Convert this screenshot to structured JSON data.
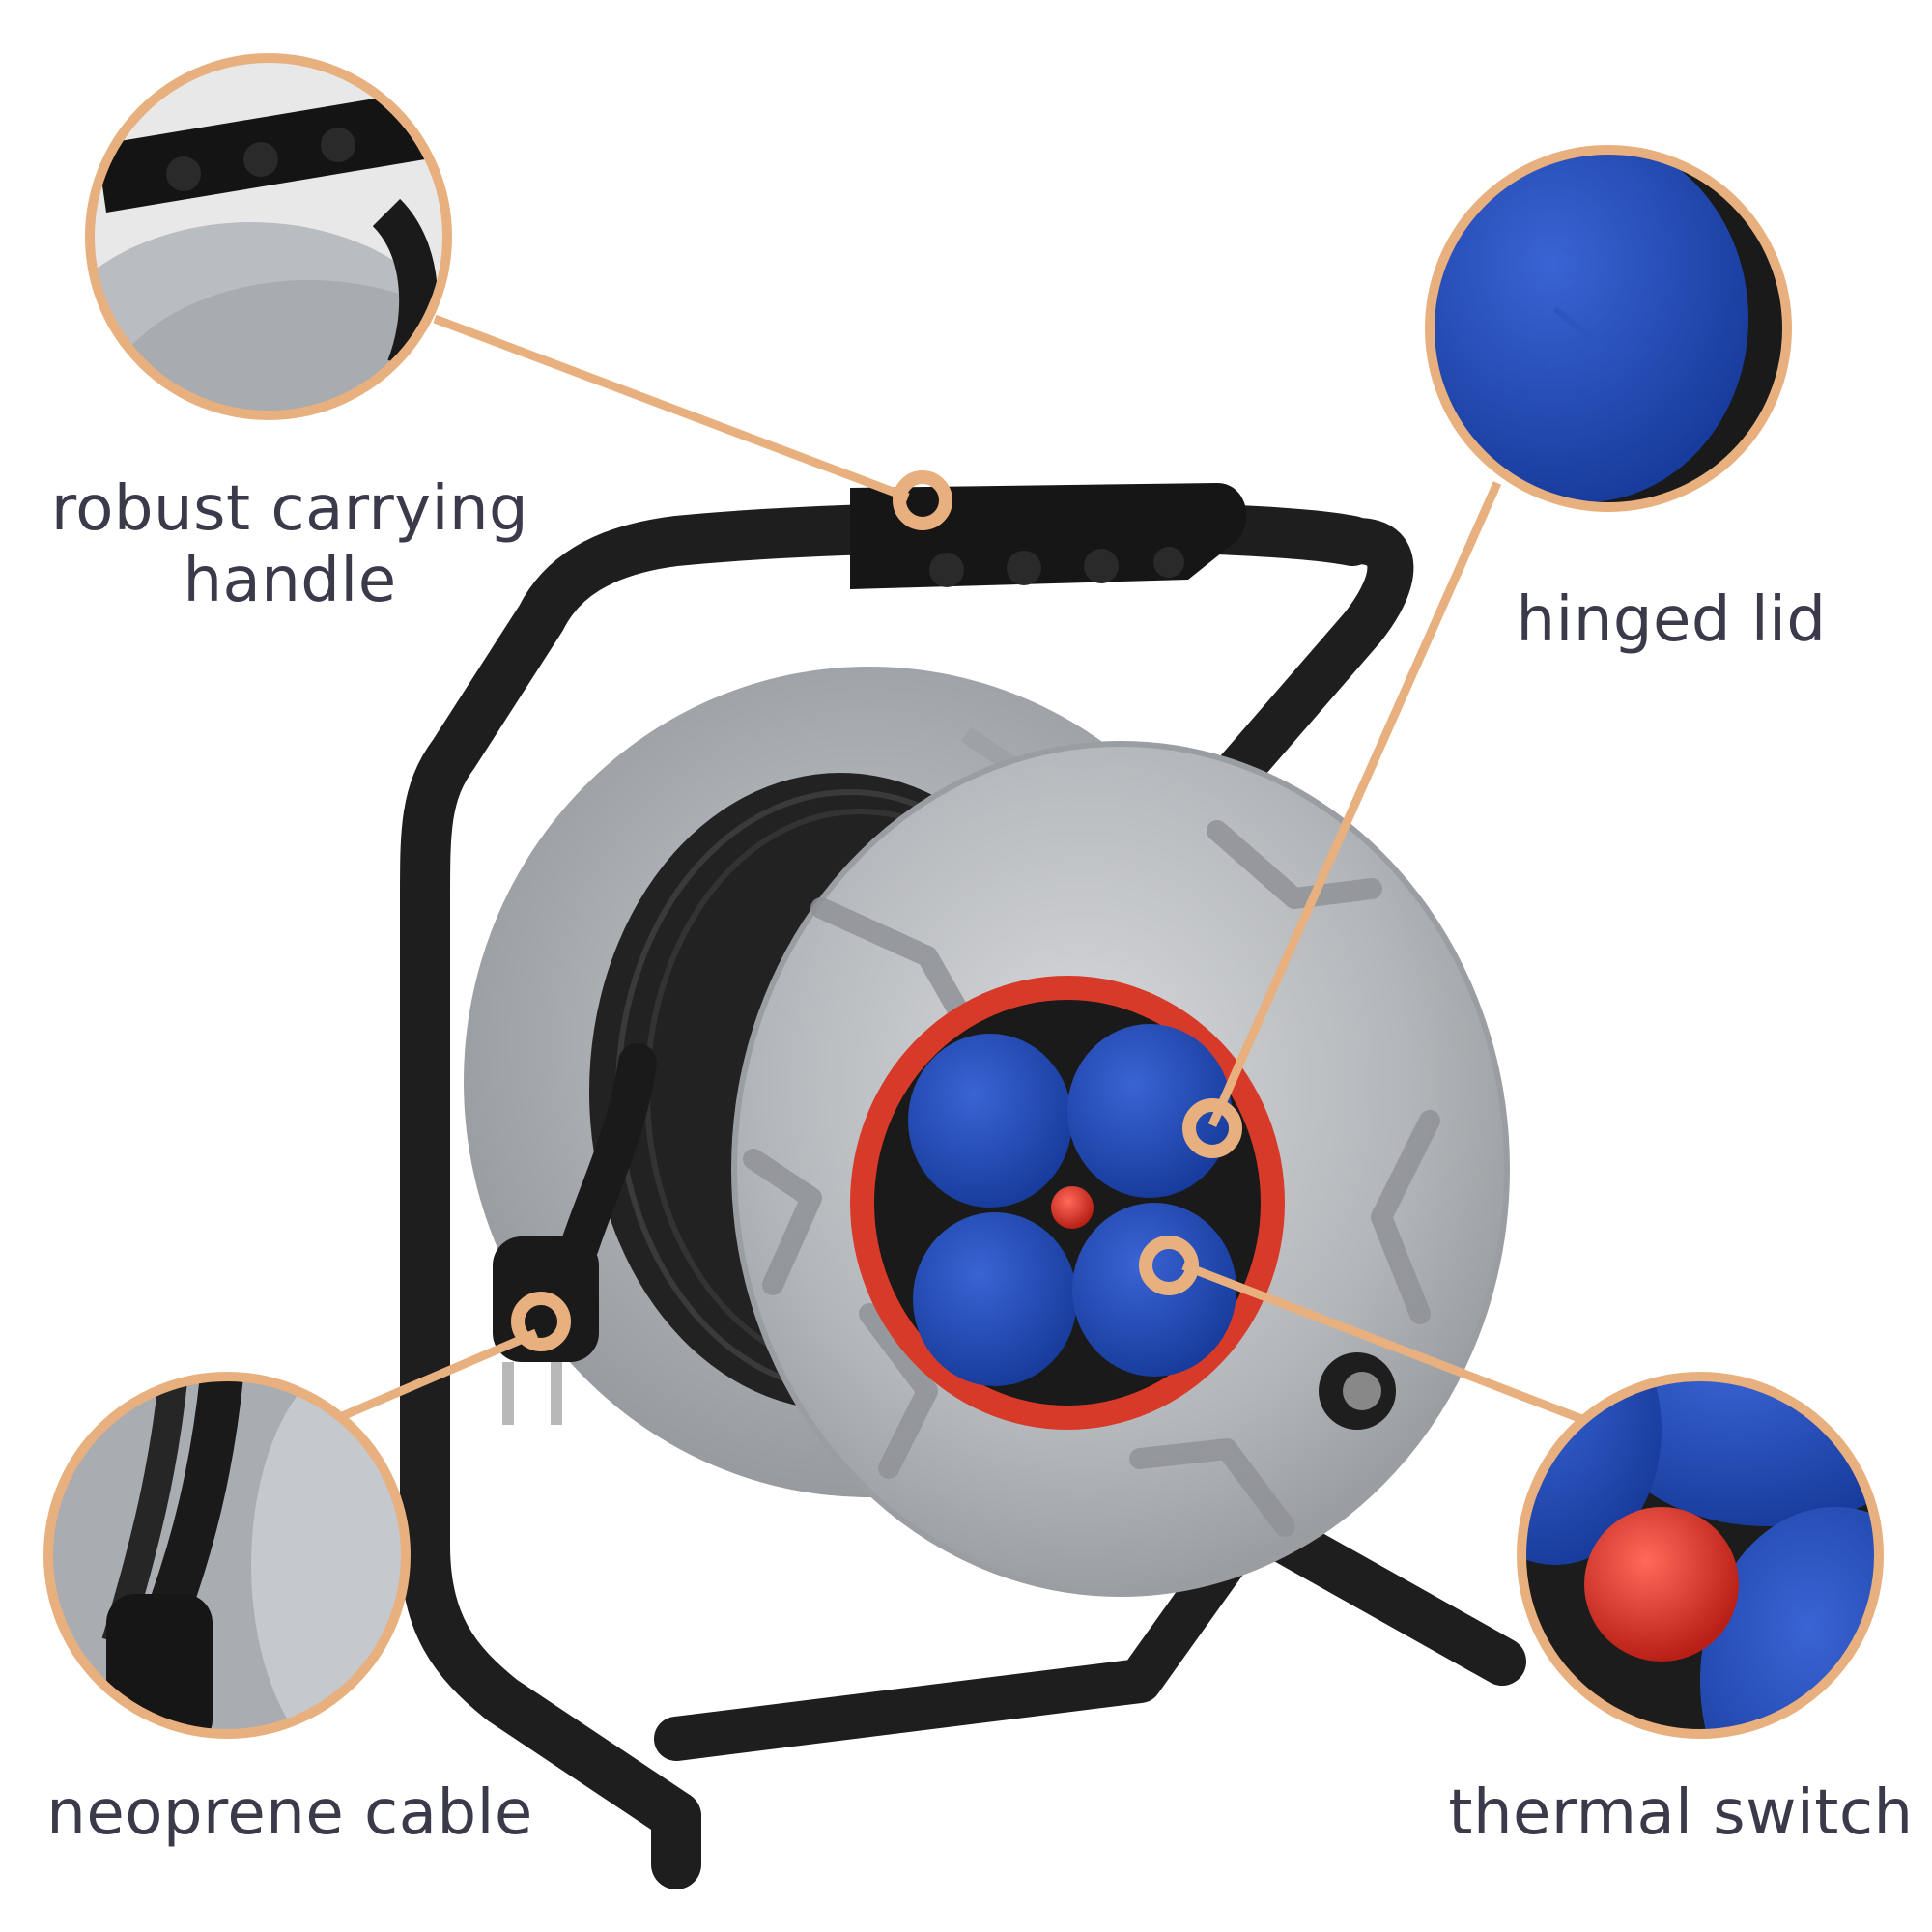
{
  "callouts": {
    "handle": {
      "label_line1": "robust carrying",
      "label_line2": "handle"
    },
    "lid": {
      "label": "hinged lid"
    },
    "cable": {
      "label": "neoprene cable"
    },
    "switch": {
      "label": "thermal switch"
    }
  },
  "colors": {
    "accent": "#e8b07e",
    "text": "#3a3a4a",
    "frame": "#1e1e1e",
    "drum": "#b9bcc0",
    "socket_blue": "#1f47b8",
    "ring_red": "#d83a2a",
    "switch_red": "#e0302a"
  }
}
